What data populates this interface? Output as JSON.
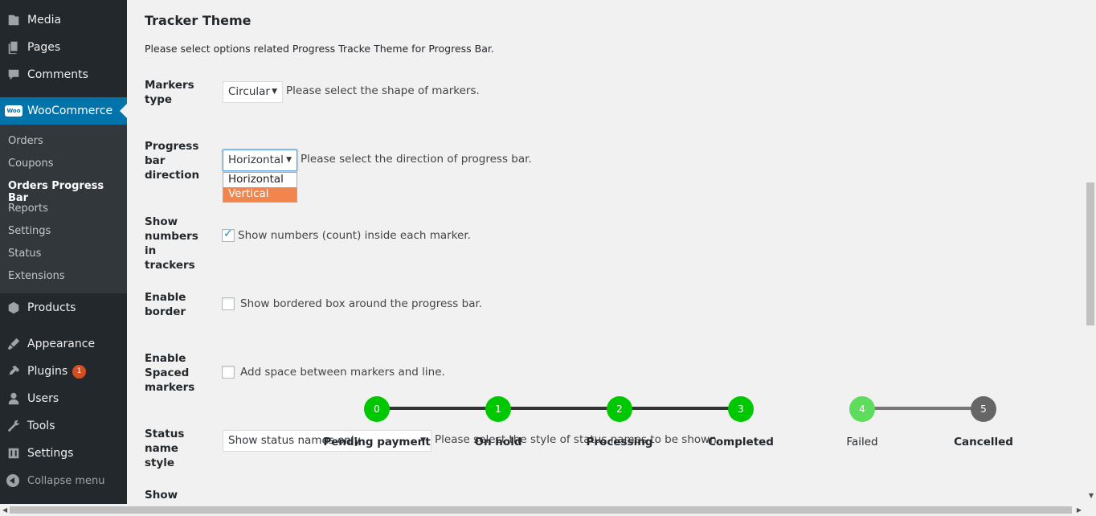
{
  "sidebar": {
    "top_items": [
      {
        "label": "Media",
        "icon": "media-icon"
      },
      {
        "label": "Pages",
        "icon": "pages-icon"
      },
      {
        "label": "Comments",
        "icon": "comments-icon"
      }
    ],
    "woocommerce": {
      "label": "WooCommerce",
      "icon": "woocommerce-icon",
      "icon_text": "Woo"
    },
    "submenu": [
      "Orders",
      "Coupons",
      "Orders Progress Bar",
      "Reports",
      "Settings",
      "Status",
      "Extensions"
    ],
    "bottom_items": [
      {
        "label": "Products",
        "icon": "products-icon"
      },
      {
        "label": "Appearance",
        "icon": "appearance-icon"
      },
      {
        "label": "Plugins",
        "icon": "plugins-icon",
        "badge": "1"
      },
      {
        "label": "Users",
        "icon": "users-icon"
      },
      {
        "label": "Tools",
        "icon": "tools-icon"
      },
      {
        "label": "Settings",
        "icon": "settings-icon"
      }
    ],
    "collapse_label": "Collapse menu"
  },
  "section": {
    "title": "Tracker Theme",
    "description": "Please select options related Progress Tracke Theme for Progress Bar."
  },
  "fields": {
    "markers_type": {
      "label": "Markers type",
      "value": "Circular",
      "help": "Please select the shape of markers."
    },
    "direction": {
      "label": "Progress bar direction",
      "value": "Horizontal",
      "help": "Please select the direction of progress bar.",
      "options": [
        "Horizontal",
        "Vertical"
      ]
    },
    "show_numbers": {
      "label": "Show numbers in trackers",
      "checked": true,
      "help": "Show numbers (count) inside each marker."
    },
    "enable_border": {
      "label": "Enable border",
      "checked": false,
      "help": "Show bordered box around the progress bar."
    },
    "enable_spaced": {
      "label": "Enable Spaced markers",
      "checked": false,
      "help": "Add space between markers and line."
    },
    "status_style": {
      "label": "Status name style",
      "value": "Show status names only",
      "help": "Please select the style of status names to be shown."
    },
    "next_label": "Show"
  },
  "progress_preview": {
    "markers": [
      {
        "number": "0",
        "status": "Pending payment",
        "color": "#00c800",
        "bold": true
      },
      {
        "number": "1",
        "status": "On hold",
        "color": "#00c800",
        "bold": true
      },
      {
        "number": "2",
        "status": "Processing",
        "color": "#00c800",
        "bold": true
      },
      {
        "number": "3",
        "status": "Completed",
        "color": "#00c800",
        "bold": true
      },
      {
        "number": "4",
        "status": "Failed",
        "color": "#5edc5e",
        "bold": false
      },
      {
        "number": "5",
        "status": "Cancelled",
        "color": "#666666",
        "bold": true
      }
    ],
    "line_color_active": "#333333",
    "line_color_inactive": "#777777"
  },
  "colors": {
    "sidebar_bg": "#23282d",
    "submenu_bg": "#32373c",
    "active": "#0073aa",
    "highlight": "#f0854e",
    "badge": "#d54e21"
  }
}
